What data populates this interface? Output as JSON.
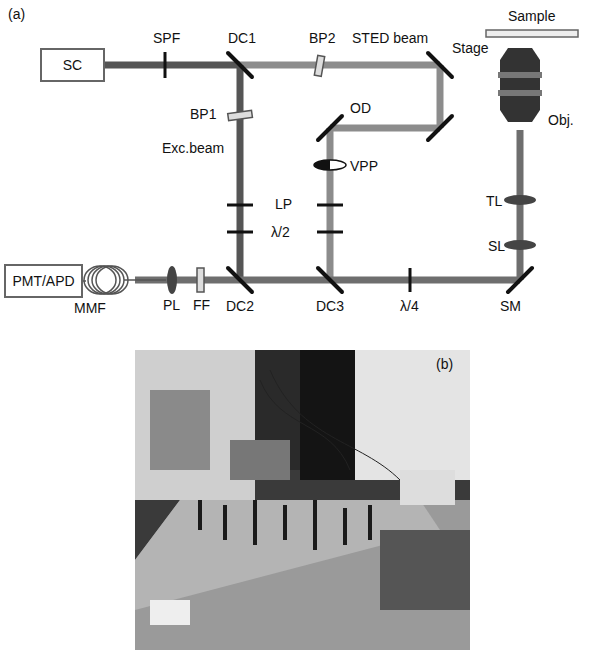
{
  "diagram": {
    "nodes": [
      {
        "text": [
          "SC"
        ]
      },
      {
        "text": [
          "PMT/APD"
        ]
      }
    ],
    "labels": [
      "(a)",
      "SPF",
      "DC1",
      "BP2",
      "STED beam",
      "Sample",
      "Stage",
      "Obj.",
      "BP1",
      "Exc.beam",
      "OD",
      "VPP",
      "LP",
      "λ/2",
      "TL",
      "SL",
      "MMF",
      "PL",
      "FF",
      "DC2",
      "DC3",
      "λ/4",
      "SM",
      "(b)"
    ]
  }
}
